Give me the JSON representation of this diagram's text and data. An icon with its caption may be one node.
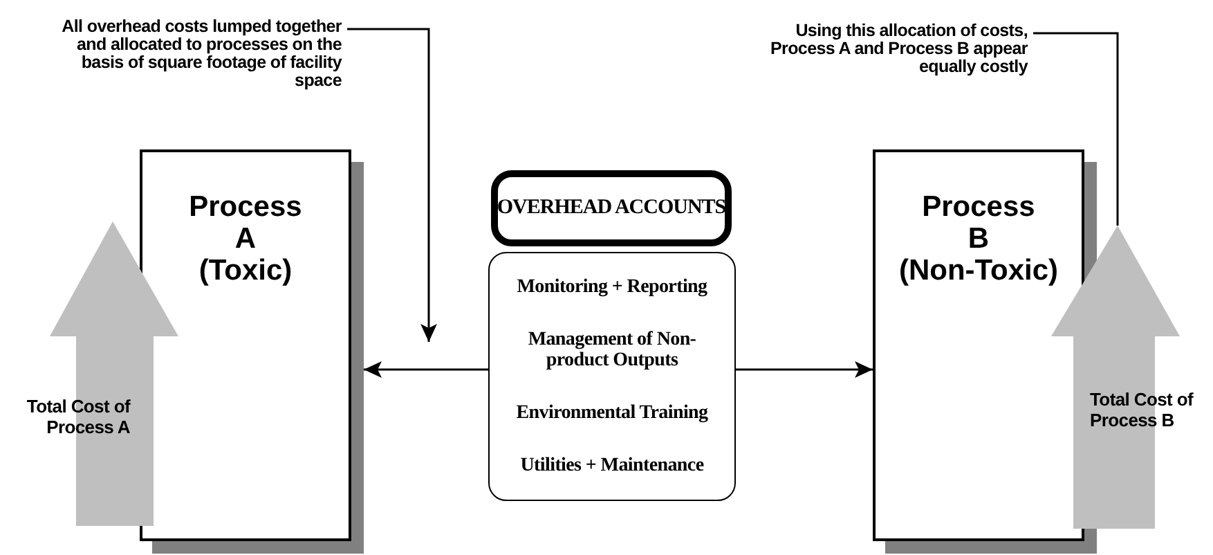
{
  "diagram": {
    "nodes": [
      {
        "text": [
          "All overhead costs lumped together and allocated to processes on the basis of square footage of facility space"
        ]
      },
      {
        "text": [
          "Process A (Toxic)"
        ]
      },
      {
        "text": [
          "Total Cost of Process A"
        ]
      },
      {
        "text": [
          "OVERHEAD ACCOUNTS"
        ]
      },
      {
        "text": [
          "Monitoring + Reporting",
          "Management of Non-product Outputs",
          "Environmental Training",
          "Utilities + Maintenance"
        ]
      },
      {
        "text": [
          "Process B (Non-Toxic)"
        ]
      },
      {
        "text": [
          "Total Cost of Process B"
        ]
      },
      {
        "text": [
          "Using this allocation of costs, Process A and Process B appear equally costly"
        ]
      }
    ],
    "edges": [
      {
        "from": 0,
        "to": null,
        "arrow": "to"
      },
      {
        "from": 4,
        "to": 1,
        "arrow": "to"
      },
      {
        "from": 4,
        "to": 5,
        "arrow": "to"
      },
      {
        "from": 7,
        "to": 6,
        "arrow": "none"
      }
    ]
  }
}
